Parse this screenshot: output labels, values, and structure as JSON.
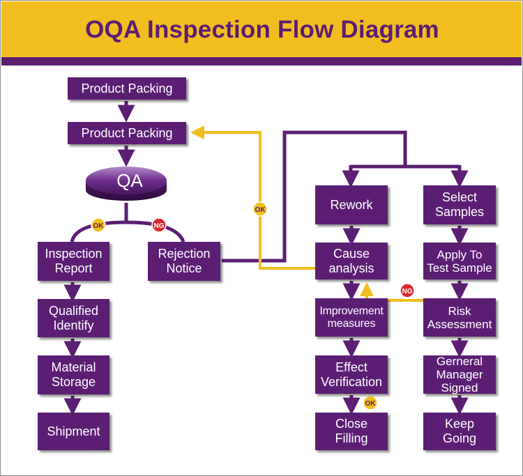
{
  "title": "OQA Inspection Flow Diagram",
  "colors": {
    "primary": "#5b1e73",
    "accent": "#f2be1f",
    "ok": "#f2be1f",
    "ng": "#d8282a"
  },
  "nodes": {
    "product_packing_1": "Product Packing",
    "product_packing_2": "Product Packing",
    "qa": "QA",
    "inspection_report": "Inspection\nReport",
    "qualified_identify": "Qualified\nIdentify",
    "material_storage": "Material\nStorage",
    "shipment": "Shipment",
    "rejection_notice": "Rejection\nNotice",
    "rework": "Rework",
    "select_samples": "Select\nSamples",
    "cause_analysis": "Cause\nanalysis",
    "apply_to_test_sample": "Apply To\nTest Sample",
    "improvement_measures": "Improvement\nmeasures",
    "risk_assessment": "Risk\nAssessment",
    "effect_verification": "Effect\nVerification",
    "general_manager_signed": "Gerneral\nManager\nSigned",
    "close_filling": "Close\nFilling",
    "keep_going": "Keep\nGoing"
  },
  "badges": {
    "ok_qa": "OK",
    "ng_qa": "NG",
    "ok_loop": "OK",
    "ng_risk": "NG",
    "ok_effect": "OK"
  }
}
